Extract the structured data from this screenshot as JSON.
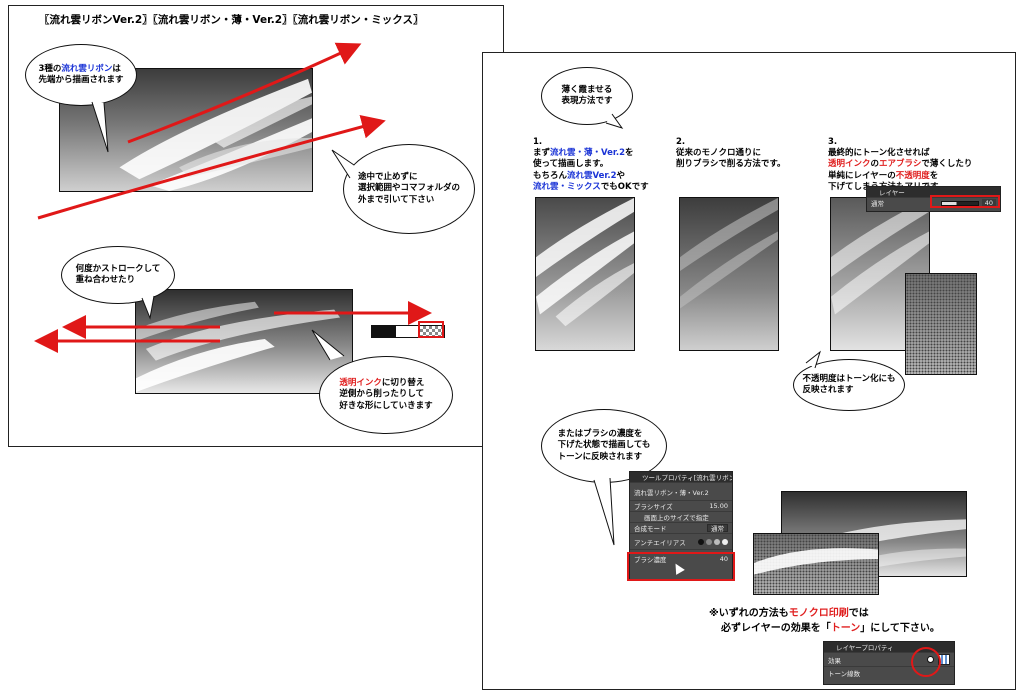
{
  "panel1": {
    "title": "〖流れ雲リボンVer.2〗〖流れ雲リボン・薄・Ver.2〗〖流れ雲リボン・ミックス〗",
    "bubble1": {
      "lines": [
        "3種の",
        "流れ雲リボン",
        "は",
        "先端から描画されます"
      ]
    },
    "bubble2": {
      "lines": [
        "途中で止めずに",
        "選択範囲やコマフォルダの",
        "外まで引いて下さい"
      ]
    },
    "bubble3": {
      "lines": [
        "何度かストロークして",
        "重ね合わせたり"
      ]
    },
    "bubble4": {
      "lines": [
        "透明インク",
        "に切り替え",
        "逆側から削ったりして",
        "好きな形にしていきます"
      ]
    }
  },
  "panel2": {
    "bubble_top": {
      "lines": [
        "薄く霞ませる",
        "表現方法です"
      ]
    },
    "step1": {
      "num": "1.",
      "l1a": "まず",
      "l1b": "流れ雲・薄・Ver.2",
      "l1c": "を",
      "l2": "使って描画します。",
      "l3a": "もちろん",
      "l3b": "流れ雲Ver.2",
      "l3c": "や",
      "l4a": "流れ雲・ミックス",
      "l4b": "でもOKです"
    },
    "step2": {
      "num": "2.",
      "l1": "従来のモノクロ通りに",
      "l2": "削りブラシで削る方法です。"
    },
    "step3": {
      "num": "3.",
      "l1": "最終的にトーン化させれば",
      "l2a": "透明インク",
      "l2b": "の",
      "l2c": "エアブラシ",
      "l2d": "で薄くしたり",
      "l3a": "単純にレイヤーの",
      "l3b": "不透明度",
      "l3c": "を",
      "l4": "下げてしまう方法もアリです。"
    },
    "layer_ui": {
      "tab": "レイヤー",
      "mode": "通常",
      "value": "40"
    },
    "bubble_opacity": {
      "lines": [
        "不透明度はトーン化にも",
        "反映されます"
      ]
    },
    "bubble_brush": {
      "lines": [
        "またはブラシの濃度を",
        "下げた状態で描画しても",
        "トーンに反映されます"
      ]
    },
    "tool_ui": {
      "title": "ツールプロパティ[流れ雲リボン・薄・",
      "brush_name": "流れ雲リボン・薄・Ver.2",
      "size_label": "ブラシサイズ",
      "size_value": "15.00",
      "screen_label": "画面上のサイズで指定",
      "blend_label": "合成モード",
      "blend_value": "通常",
      "aa_label": "アンチエイリアス",
      "density_label": "ブラシ濃度",
      "density_value": "40"
    },
    "notice": {
      "line1a": "※いずれの方法も",
      "line1b": "モノクロ印刷",
      "line1c": "では",
      "line2a": "必ずレイヤーの効果を「",
      "line2b": "トーン",
      "line2c": "」にして下さい。"
    },
    "layer_prop": {
      "title": "レイヤープロパティ",
      "effect": "効果",
      "tone": "トーン線数"
    }
  },
  "colors": {
    "accent_red": "#e02020",
    "accent_blue": "#1a33d6",
    "arrow_red": "#e01818"
  }
}
